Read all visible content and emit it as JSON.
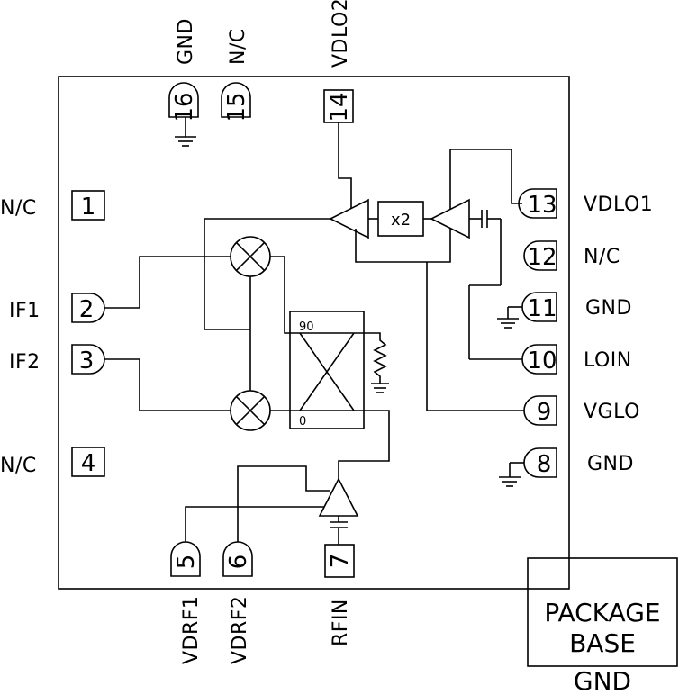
{
  "pins": {
    "p1": {
      "num": "1",
      "label": "N/C"
    },
    "p2": {
      "num": "2",
      "label": "IF1"
    },
    "p3": {
      "num": "3",
      "label": "IF2"
    },
    "p4": {
      "num": "4",
      "label": "N/C"
    },
    "p5": {
      "num": "5",
      "label": "VDRF1"
    },
    "p6": {
      "num": "6",
      "label": "VDRF2"
    },
    "p7": {
      "num": "7",
      "label": "RFIN"
    },
    "p8": {
      "num": "8",
      "label": "GND"
    },
    "p9": {
      "num": "9",
      "label": "VGLO"
    },
    "p10": {
      "num": "10",
      "label": "LOIN"
    },
    "p11": {
      "num": "11",
      "label": "GND"
    },
    "p12": {
      "num": "12",
      "label": "N/C"
    },
    "p13": {
      "num": "13",
      "label": "VDLO1"
    },
    "p14": {
      "num": "14",
      "label": "VDLO2"
    },
    "p15": {
      "num": "15",
      "label": "N/C"
    },
    "p16": {
      "num": "16",
      "label": "GND"
    }
  },
  "multiplier_label": "x2",
  "hybrid": {
    "port_90": "90",
    "port_0": "0"
  },
  "package": {
    "line1": "PACKAGE",
    "line2": "BASE",
    "ground": "GND"
  }
}
